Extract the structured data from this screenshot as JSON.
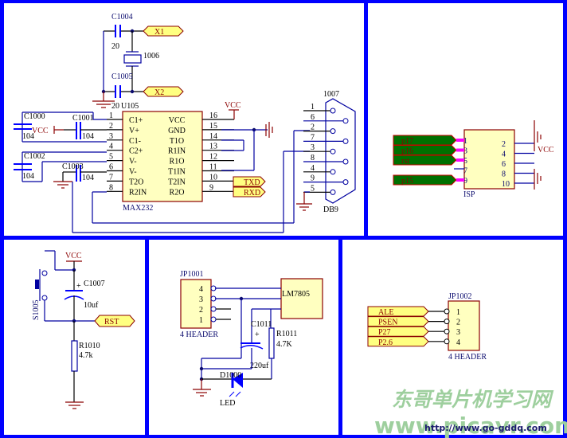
{
  "colors": {
    "frame": "#0000ff",
    "wire": "#0000a0",
    "power": "#8b0000",
    "chip_fill": "#ffffc0",
    "port_fill": "#ffff80",
    "isp_port_fill": "#007000",
    "isp_pin": "#ff00ff",
    "watermark": "#9ecf9e"
  },
  "crystal": {
    "c1004": {
      "ref": "C1004",
      "value": "20"
    },
    "c1005": {
      "ref": "C1005",
      "value": "20"
    },
    "xtal": {
      "ref": "1006"
    },
    "port_x1": "X1",
    "port_x2": "X2"
  },
  "max232": {
    "ref": "U105",
    "part": "MAX232",
    "left_pins": [
      {
        "num": "1",
        "name": "C1+"
      },
      {
        "num": "2",
        "name": "V+"
      },
      {
        "num": "3",
        "name": "C1-"
      },
      {
        "num": "4",
        "name": "C2+"
      },
      {
        "num": "5",
        "name": "V-"
      },
      {
        "num": "6",
        "name": "V-"
      },
      {
        "num": "7",
        "name": "T2O"
      },
      {
        "num": "8",
        "name": "R2IN"
      }
    ],
    "right_pins": [
      {
        "num": "16",
        "name": "VCC"
      },
      {
        "num": "15",
        "name": "GND"
      },
      {
        "num": "14",
        "name": "T1O"
      },
      {
        "num": "13",
        "name": "R1IN"
      },
      {
        "num": "12",
        "name": "R1O"
      },
      {
        "num": "11",
        "name": "T1IN"
      },
      {
        "num": "10",
        "name": "T2IN"
      },
      {
        "num": "9",
        "name": "R2O"
      }
    ],
    "vcc_label": "VCC",
    "caps": [
      {
        "ref": "C1000",
        "value": "104"
      },
      {
        "ref": "C1001",
        "value": "104"
      },
      {
        "ref": "C1002",
        "value": "104"
      },
      {
        "ref": "C1003",
        "value": "104"
      }
    ],
    "cap_vcc_label": "VCC",
    "port_txd": "TXD",
    "port_rxd": "RXD"
  },
  "db9": {
    "ref": "1007",
    "part": "DB9",
    "pins": [
      "1",
      "6",
      "2",
      "7",
      "3",
      "8",
      "4",
      "9",
      "5"
    ]
  },
  "isp": {
    "part": "ISP",
    "ports": [
      "p17",
      "p16",
      "rst",
      "p15"
    ],
    "left_pins": [
      "1",
      "3",
      "5",
      "7",
      "9"
    ],
    "right_pins": [
      "2",
      "4",
      "6",
      "8",
      "10"
    ],
    "vcc_label": "VCC"
  },
  "reset": {
    "vcc_label": "VCC",
    "switch": {
      "ref": "S1005"
    },
    "cap": {
      "ref": "C1007",
      "value": "10uf",
      "polarity": "+"
    },
    "res": {
      "ref": "R1010",
      "value": "4.7k"
    },
    "port_rst": "RST"
  },
  "power": {
    "header": {
      "ref": "JP1001",
      "part": "4 HEADER",
      "pins": [
        "4",
        "3",
        "2",
        "1"
      ]
    },
    "reg": {
      "part": "LM7805"
    },
    "cap": {
      "ref": "C1011",
      "value": "220uf",
      "polarity": "+"
    },
    "res": {
      "ref": "R1011",
      "value": "4.7K"
    },
    "led": {
      "ref": "D1000",
      "label": "LED"
    }
  },
  "jp1002": {
    "ref": "JP1002",
    "part": "4 HEADER",
    "ports": [
      "ALE",
      "PSEN",
      "P27",
      "P2.6"
    ],
    "pins": [
      "1",
      "2",
      "3",
      "4"
    ]
  },
  "watermark": {
    "title": "东哥单片机学习网",
    "domain_big": "www.picavr.com",
    "url": "http://www.go-gddq.com"
  }
}
